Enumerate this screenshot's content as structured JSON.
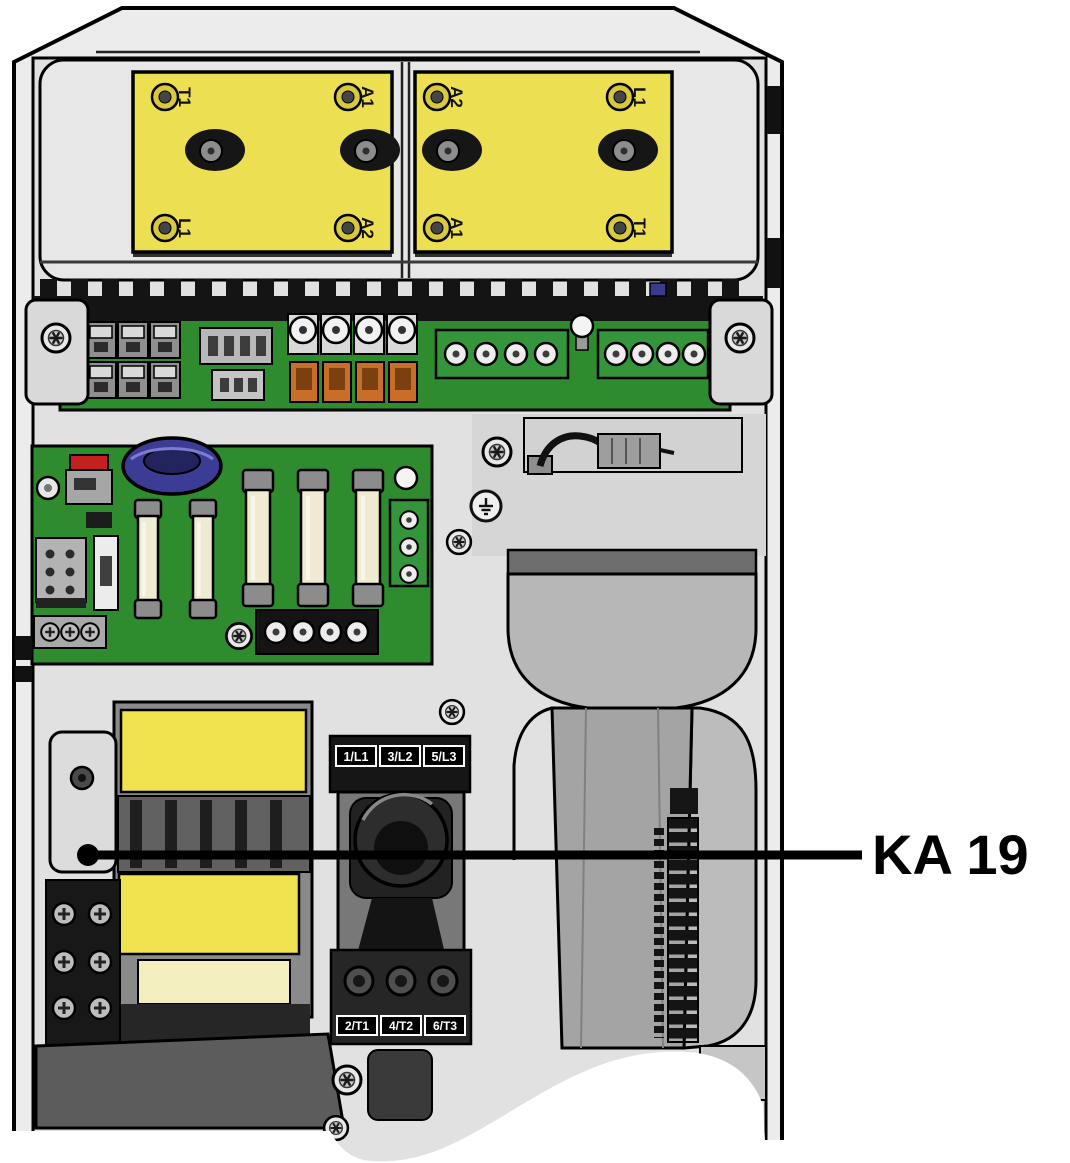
{
  "callout": {
    "label": "KA 19"
  },
  "terminal_covers": {
    "left": {
      "top_left": "T1",
      "top_right": "A1",
      "bottom_left": "L1",
      "bottom_right": "A2"
    },
    "right": {
      "top_left": "A2",
      "top_right": "L1",
      "bottom_left": "A1",
      "bottom_right": "T1"
    }
  },
  "motor_protection_switch": {
    "line_terminals": [
      "1/L1",
      "3/L2",
      "5/L3"
    ],
    "load_terminals": [
      "2/T1",
      "4/T2",
      "6/T3"
    ]
  },
  "colors": {
    "terminal_cover_yellow": "#ecdf52",
    "contactor_label_yellow": "#f0e24e",
    "sticker_pale_yellow": "#f3efbe",
    "pcb_green": "#2e8b2e",
    "terminal_block_green": "#35953a",
    "toroid_blue": "#3c3c96",
    "terminal_orange": "#c86e28",
    "callout_black": "#000000"
  }
}
